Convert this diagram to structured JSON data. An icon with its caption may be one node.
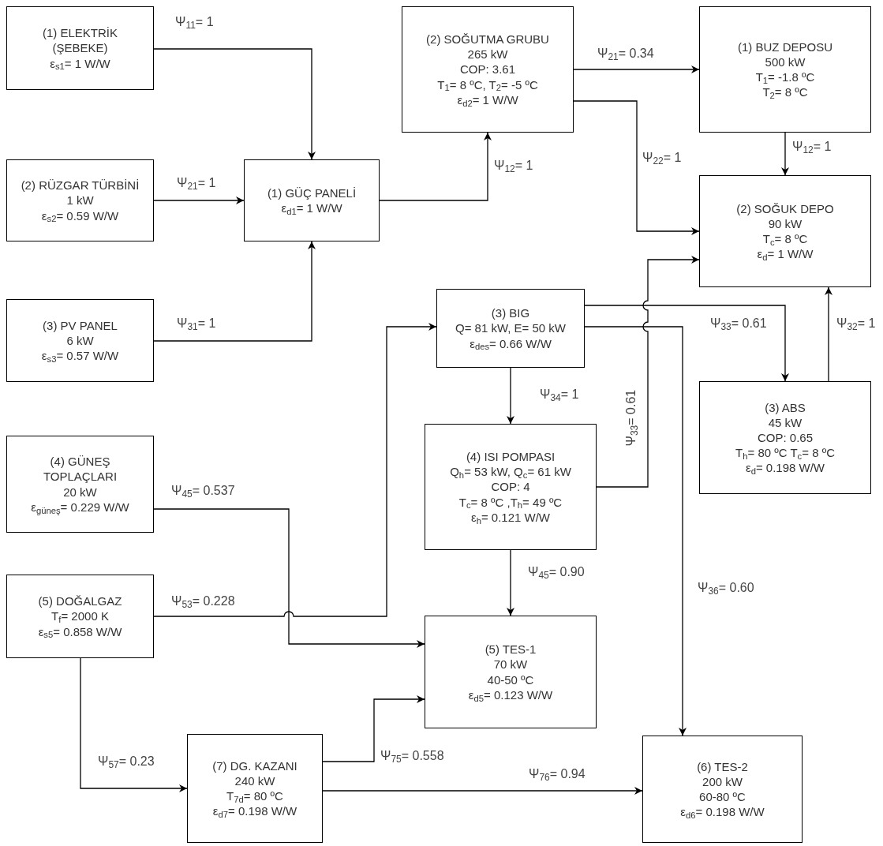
{
  "diagram": {
    "nodes": [
      {
        "text": [
          "(1) ELEKTRİK (ŞEBEKE)",
          "ε$_{s1}$= 1 W/W"
        ]
      },
      {
        "text": [
          "(2) RÜZGAR TÜRBİNİ",
          "1 kW",
          "ε$_{s2}$= 0.59 W/W"
        ]
      },
      {
        "text": [
          "(3) PV PANEL",
          "6 kW",
          "ε$_{s3}$= 0.57 W/W"
        ]
      },
      {
        "text": [
          "(1) GÜÇ PANELİ",
          "ε$_{d1}$= 1 W/W"
        ]
      },
      {
        "text": [
          "(2) SOĞUTMA GRUBU",
          "265 kW",
          "COP: 3.61",
          "T$_{1}$= 8 ºC, T$_{2}$= -5 ºC",
          "ε$_{d2}$= 1 W/W"
        ]
      },
      {
        "text": [
          "(1) BUZ DEPOSU",
          "500 kW",
          "T$_{1}$= -1.8 ºC",
          "T$_{2}$= 8 ºC"
        ]
      },
      {
        "text": [
          "(2) SOĞUK DEPO",
          "90 kW",
          "T$_{c}$= 8 ºC",
          "ε$_{d}$= 1 W/W"
        ]
      },
      {
        "text": [
          "(3) BIG",
          "Q= 81 kW, E= 50 kW",
          "ε$_{des}$= 0.66 W/W"
        ]
      },
      {
        "text": [
          "(3) ABS",
          "45 kW",
          "COP: 0.65",
          "T$_{h}$= 80 ºC T$_{c}$= 8 ºC",
          "ε$_{d}$= 0.198 W/W"
        ]
      },
      {
        "text": [
          "(4) ISI POMPASI",
          "Q$_{h}$= 53 kW, Q$_{c}$= 61 kW",
          "COP: 4",
          "T$_{c}$= 8 ºC ,T$_{h}$= 49 ºC",
          "ε$_{h}$= 0.121 W/W"
        ]
      },
      {
        "text": [
          "(4) GÜNEŞ TOPLAÇLARI",
          "20 kW",
          "ε$_{güneş}$= 0.229 W/W"
        ]
      },
      {
        "text": [
          "(5) DOĞALGAZ",
          "T$_{f}$= 2000 K",
          "ε$_{s5}$= 0.858 W/W"
        ]
      },
      {
        "text": [
          "(5) TES-1",
          "70 kW",
          "40-50 ºC",
          "ε$_{d5}$= 0.123 W/W"
        ]
      },
      {
        "text": [
          "(7) DG. KAZANI",
          "240 kW",
          "T$_{7d}$= 80 ºC",
          "ε$_{d7}$= 0.198 W/W"
        ]
      },
      {
        "text": [
          "(6) TES-2",
          "200 kW",
          "60-80 ºC",
          "ε$_{d6}$= 0.198 W/W"
        ]
      }
    ],
    "edges": [
      {
        "from": 0,
        "to": 3,
        "arrow": "to",
        "label": "Ψ$_{11}$= 1"
      },
      {
        "from": 1,
        "to": 3,
        "arrow": "to",
        "label": "Ψ$_{21}$= 1"
      },
      {
        "from": 2,
        "to": 3,
        "arrow": "to",
        "label": "Ψ$_{31}$= 1"
      },
      {
        "from": 3,
        "to": 4,
        "arrow": "to",
        "label": "Ψ$_{12}$= 1"
      },
      {
        "from": 4,
        "to": 5,
        "arrow": "to",
        "label": "Ψ$_{21}$= 0.34"
      },
      {
        "from": 4,
        "to": 6,
        "arrow": "to",
        "label": "Ψ$_{22}$= 1"
      },
      {
        "from": 5,
        "to": 6,
        "arrow": "to",
        "label": "Ψ$_{12}$= 1"
      },
      {
        "from": 9,
        "to": 6,
        "arrow": "to",
        "label": "Ψ$_{33}$= 0.61"
      },
      {
        "from": 7,
        "to": 8,
        "arrow": "to",
        "label": "Ψ$_{33}$= 0.61"
      },
      {
        "from": 8,
        "to": 6,
        "arrow": "to",
        "label": "Ψ$_{32}$= 1"
      },
      {
        "from": 7,
        "to": 9,
        "arrow": "to",
        "label": "Ψ$_{34}$= 1"
      },
      {
        "from": 7,
        "to": 14,
        "arrow": "to",
        "label": "Ψ$_{36}$= 0.60"
      },
      {
        "from": 11,
        "to": 7,
        "arrow": "to",
        "label": "Ψ$_{53}$= 0.228"
      },
      {
        "from": 10,
        "to": 12,
        "arrow": "to",
        "label": "Ψ$_{45}$= 0.537"
      },
      {
        "from": 9,
        "to": 12,
        "arrow": "to",
        "label": "Ψ$_{45}$= 0.90"
      },
      {
        "from": 11,
        "to": 13,
        "arrow": "to",
        "label": "Ψ$_{57}$= 0.23"
      },
      {
        "from": 13,
        "to": 12,
        "arrow": "to",
        "label": "Ψ$_{75}$= 0.558"
      },
      {
        "from": 13,
        "to": 14,
        "arrow": "to",
        "label": "Ψ$_{76}$= 0.94"
      }
    ]
  }
}
